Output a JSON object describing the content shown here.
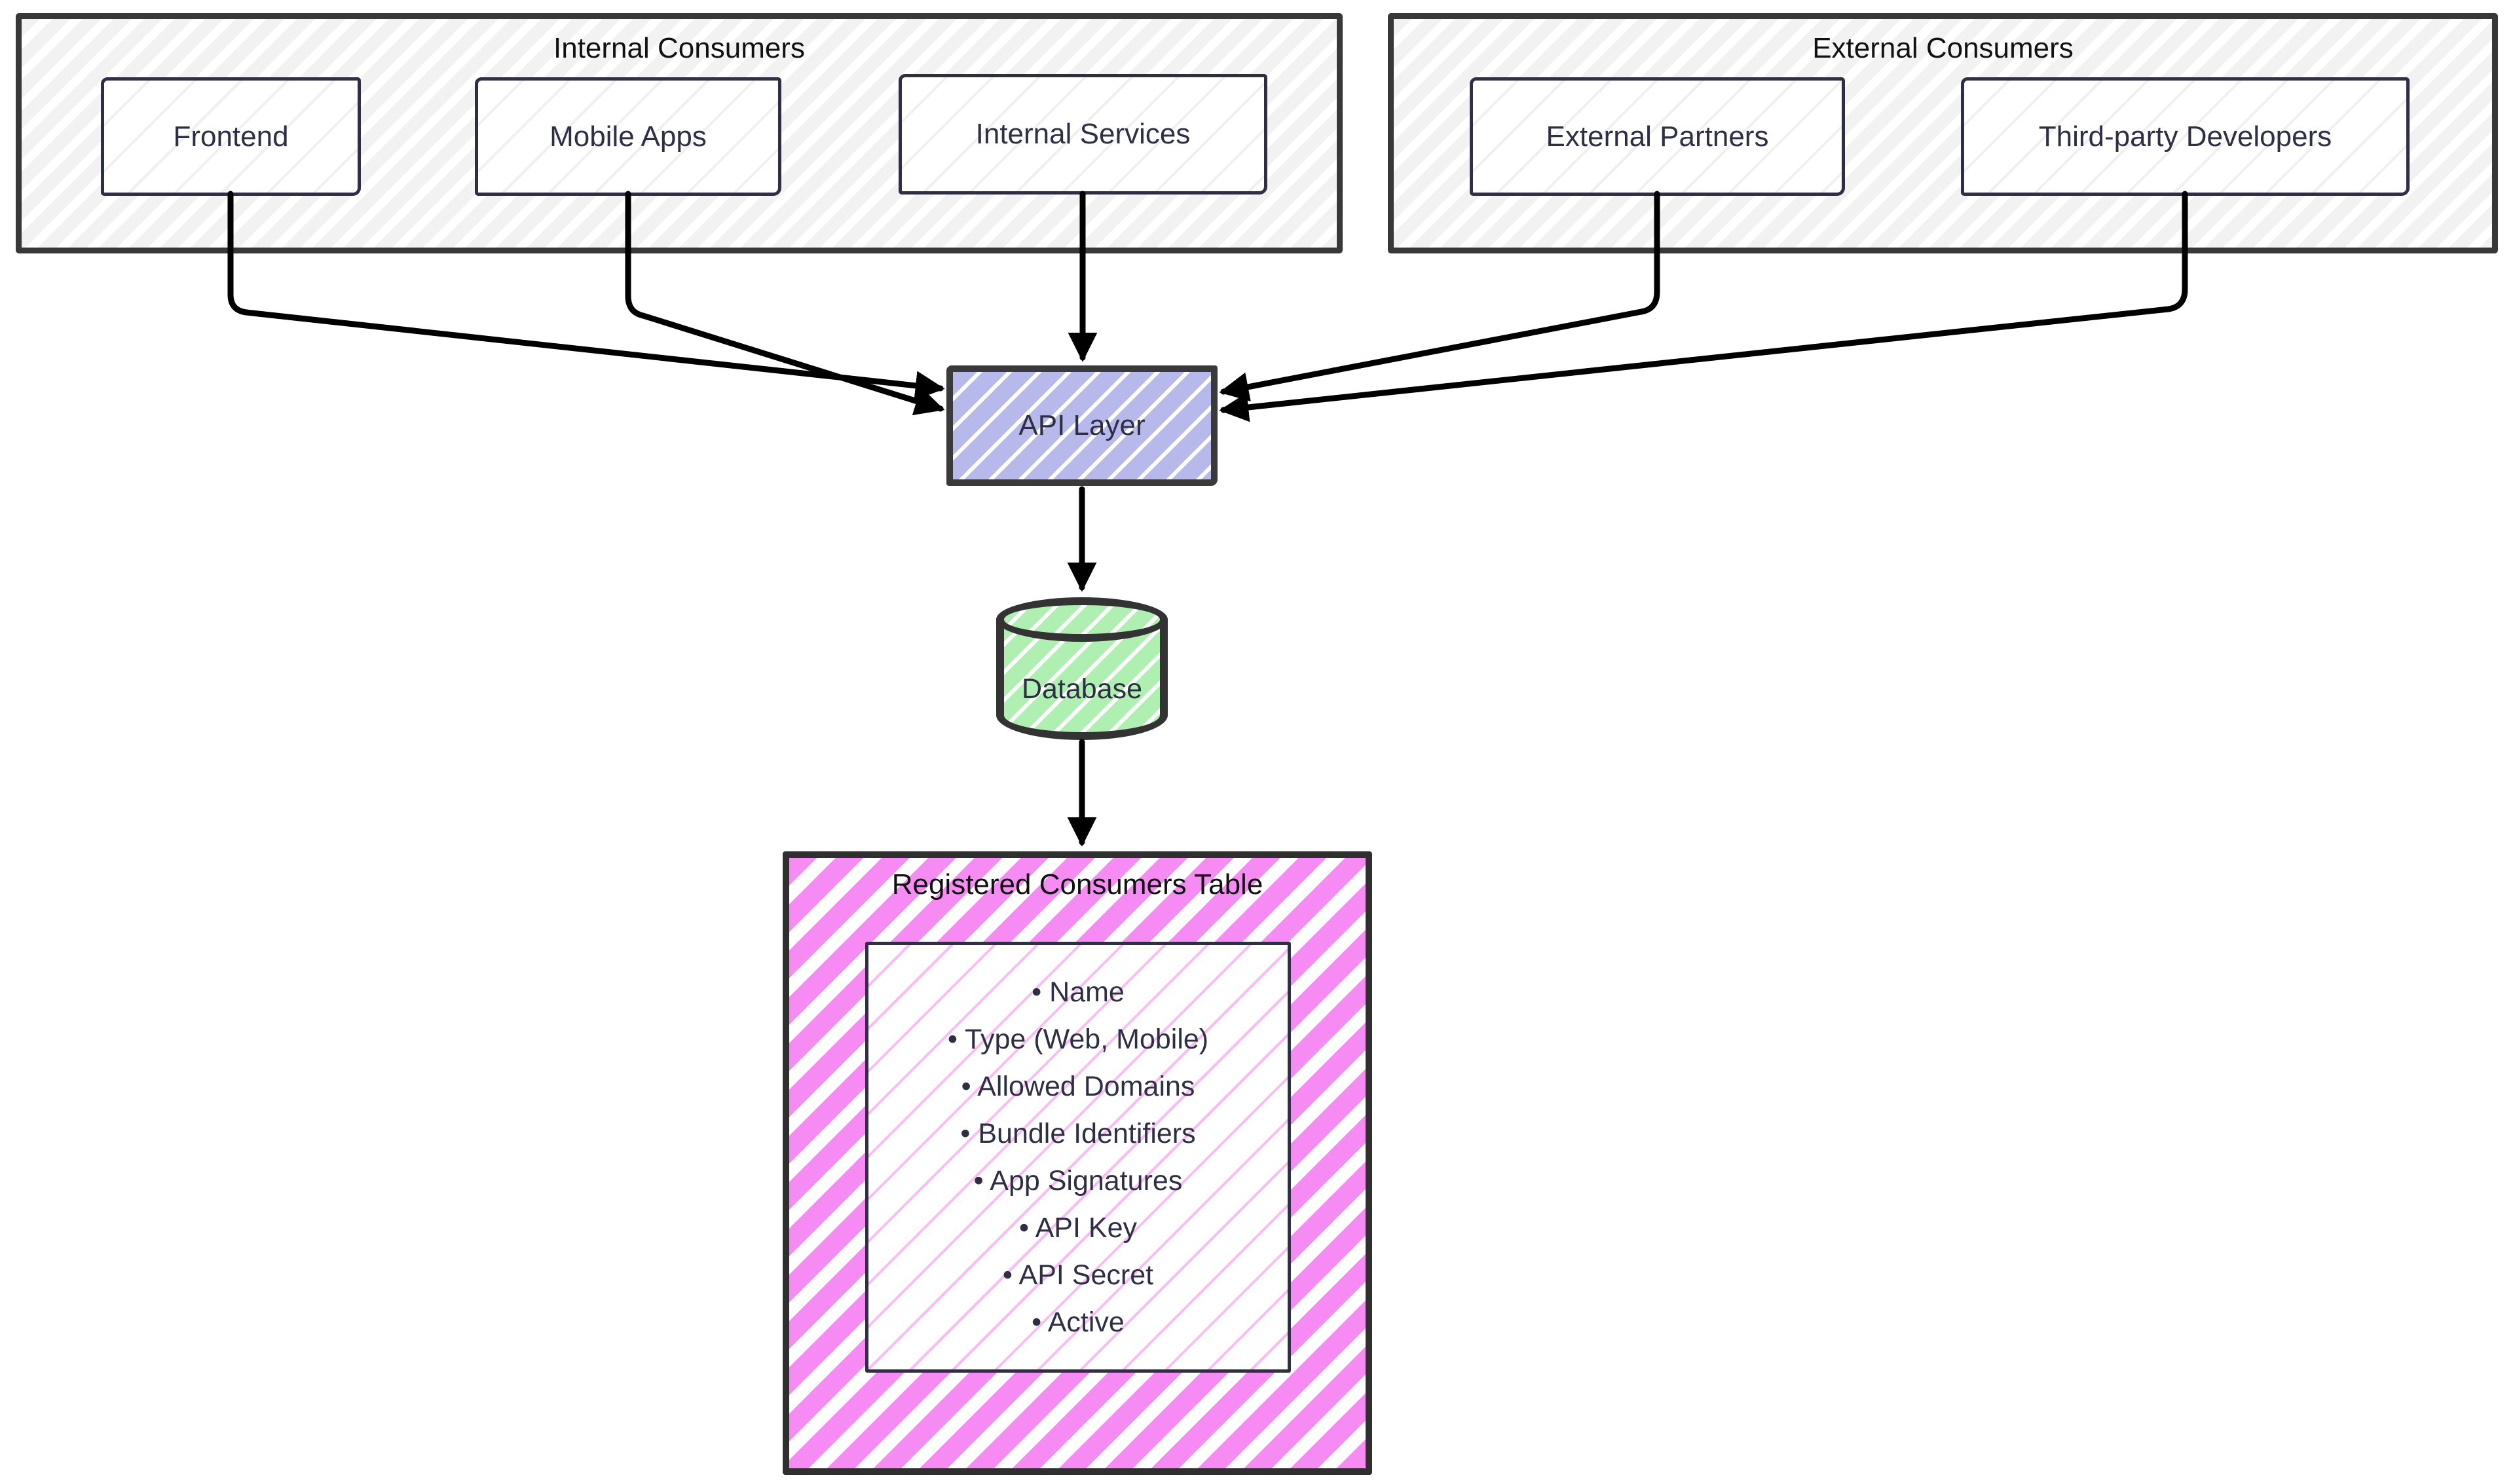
{
  "diagram": {
    "internal_consumers": {
      "title": "Internal Consumers",
      "nodes": [
        "Frontend",
        "Mobile Apps",
        "Internal Services"
      ]
    },
    "external_consumers": {
      "title": "External Consumers",
      "nodes": [
        "External Partners",
        "Third-party Developers"
      ]
    },
    "api_layer": {
      "label": "API Layer"
    },
    "database": {
      "label": "Database"
    },
    "registered_consumers_table": {
      "title": "Registered Consumers Table",
      "bullet": "•",
      "fields": [
        "Name",
        "Type (Web, Mobile)",
        "Allowed Domains",
        "Bundle Identifiers",
        "App Signatures",
        "API Key",
        "API Secret",
        "Active"
      ]
    },
    "colors": {
      "api_layer_fill": "#b6b9ea",
      "database_fill": "#aff0b2",
      "table_fill": "#f78bf4",
      "group_fill": "#f2f2f2",
      "node_fill": "#ffffff",
      "edge_color": "#000000",
      "group_border": "#383838",
      "node_border": "#2e2e44",
      "title_text": "#111111",
      "label_text": "#2e2e44"
    }
  }
}
